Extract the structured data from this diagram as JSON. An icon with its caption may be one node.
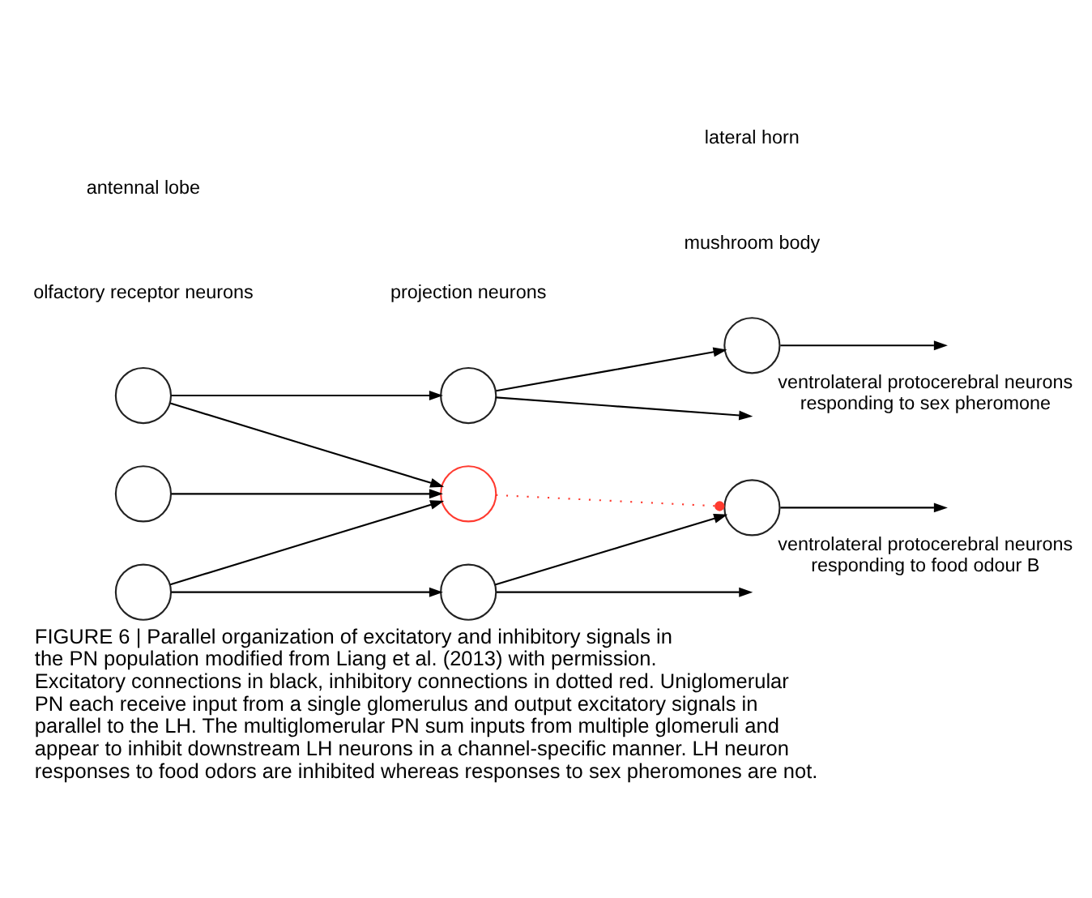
{
  "diagram": {
    "title": "FIGURE 6 | Parallel organization of excitatory and inhibitory signals in the PN population modified from Liang et al. (2013) with permission.",
    "caption": "Excitatory connections in black, inhibitory connections in dotted red. Uniglomerular PN each receive input from a single glomerulus and output excitatory signals in parallel to the LH. The multiglomerular PN sum inputs from multiple glomeruli and appear to inhibit downstream LH neurons in a channel-specific manner. LH neuron responses to food odors are inhibited whereas responses to sex pheromones are not.",
    "nodes": [
      {
        "text": [],
        "shape": "circle"
      },
      {
        "text": [],
        "shape": "circle"
      },
      {
        "text": [],
        "shape": "circle"
      },
      {
        "text": [],
        "shape": "circle"
      },
      {
        "text": [],
        "shape": "circle"
      },
      {
        "text": [],
        "shape": "circle"
      },
      {
        "text": [],
        "shape": "circle",
        "beside": [
          "ventrolateral protocerebral neurons responding to sex pheromone"
        ]
      },
      {
        "text": [],
        "shape": "circle",
        "beside": [
          "ventrolateral protocerebral neurons responding to food odour B"
        ]
      }
    ],
    "edges": [
      {
        "from": 0,
        "to": 3,
        "arrow": "to"
      },
      {
        "from": 0,
        "to": 4,
        "arrow": "to"
      },
      {
        "from": 1,
        "to": 4,
        "arrow": "to"
      },
      {
        "from": 2,
        "to": 4,
        "arrow": "to"
      },
      {
        "from": 2,
        "to": 5,
        "arrow": "to"
      },
      {
        "from": 3,
        "to": 6,
        "arrow": "to"
      },
      {
        "from": 5,
        "to": 7,
        "arrow": "to"
      },
      {
        "from": 3,
        "to": null,
        "arrow": "to"
      },
      {
        "from": 5,
        "to": null,
        "arrow": "to"
      },
      {
        "from": 6,
        "to": null,
        "arrow": "to"
      },
      {
        "from": 7,
        "to": null,
        "arrow": "to"
      },
      {
        "from": 4,
        "to": 7,
        "arrow": "other",
        "style": "dashed",
        "color": "#ff3b30"
      }
    ],
    "labels": [
      "olfactory receptor neurons",
      "projection neurons",
      "antennal lobe",
      "mushroom body",
      "lateral horn"
    ]
  }
}
